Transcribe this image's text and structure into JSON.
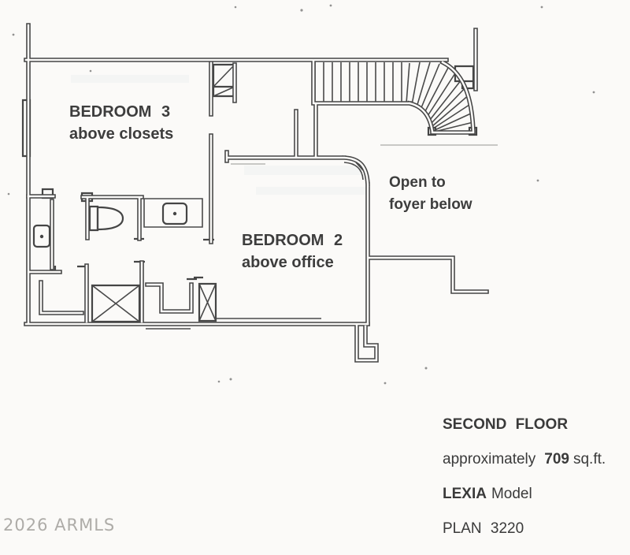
{
  "plan": {
    "rooms": {
      "bedroom3": {
        "name": "BEDROOM 3",
        "note": "above closets"
      },
      "bedroom2": {
        "name": "BEDROOM 2",
        "note": "above office"
      }
    },
    "open_area": {
      "line1": "Open to",
      "line2": "foyer below"
    },
    "info": {
      "floor_title": "SECOND FLOOR",
      "area_prefix": "approximately",
      "area_value": "709",
      "area_unit": "sq.ft.",
      "model_name": "LEXIA",
      "model_label": "Model",
      "plan_label": "PLAN",
      "plan_number": "3220"
    },
    "watermark": "2026 ARMLS",
    "colors": {
      "wall": "#454545",
      "text": "#3d3d3d",
      "watermark": "#aeaca8",
      "background": "#fbfaf8"
    }
  }
}
